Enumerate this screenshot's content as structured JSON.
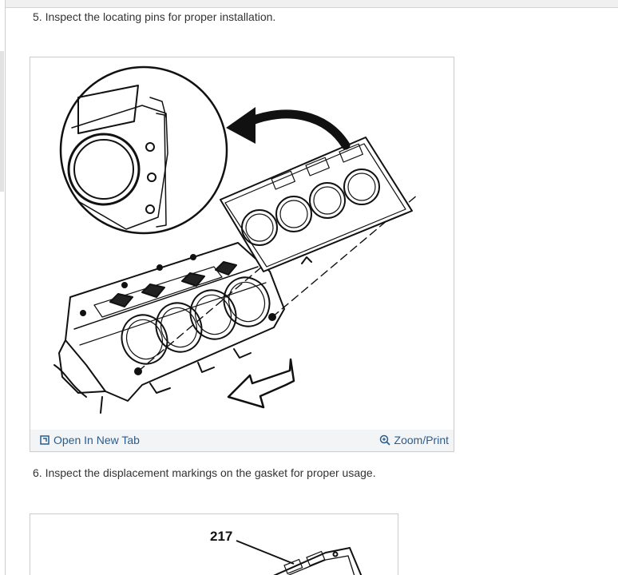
{
  "steps": [
    {
      "text": "5. Inspect the locating pins for proper installation."
    },
    {
      "text": "6. Inspect the displacement markings on the gasket for proper usage."
    }
  ],
  "figure1": {
    "open_label": "Open In New Tab",
    "zoom_label": "Zoom/Print",
    "open_icon": "open-in-new-tab-icon",
    "zoom_icon": "zoom-in-icon",
    "link_color": "#2a5d8f"
  },
  "figure2": {
    "callout": "217"
  }
}
